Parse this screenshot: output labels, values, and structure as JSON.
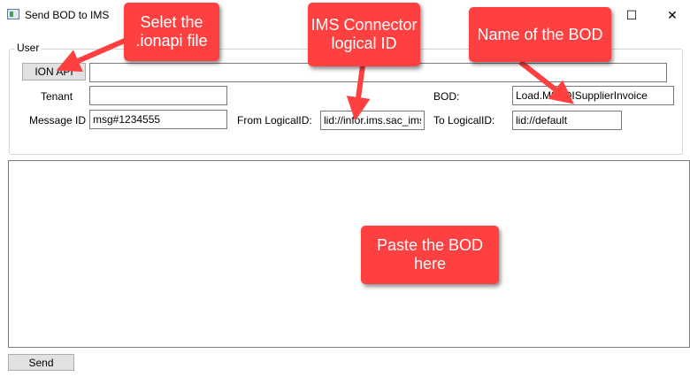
{
  "window": {
    "title": "Send BOD to IMS",
    "minimize_glyph": "—",
    "maximize_glyph": "☐",
    "close_glyph": "✕"
  },
  "group": {
    "label": "User"
  },
  "form": {
    "ion_api_button": "ION API",
    "ion_api_path": "",
    "tenant_label": "Tenant",
    "tenant_value": "",
    "message_id_label": "Message ID",
    "message_id_value": "msg#1234555",
    "from_logical_label": "From LogicalID:",
    "from_logical_value": "lid://infor.ims.sac_ims",
    "bod_label": "BOD:",
    "bod_value": "Load.M3EDISupplierInvoice",
    "to_logical_label": "To LogicalID:",
    "to_logical_value": "lid://default"
  },
  "body_text": "",
  "send_button": "Send",
  "callouts": {
    "ionapi": "Selet the .ionapi file",
    "logical_id": "IMS Connector logical ID",
    "bod_name": "Name of the BOD",
    "paste": "Paste the BOD here"
  },
  "colors": {
    "callout": "#ff4040",
    "button_bg": "#e1e1e1",
    "border": "#7a7a7a"
  }
}
